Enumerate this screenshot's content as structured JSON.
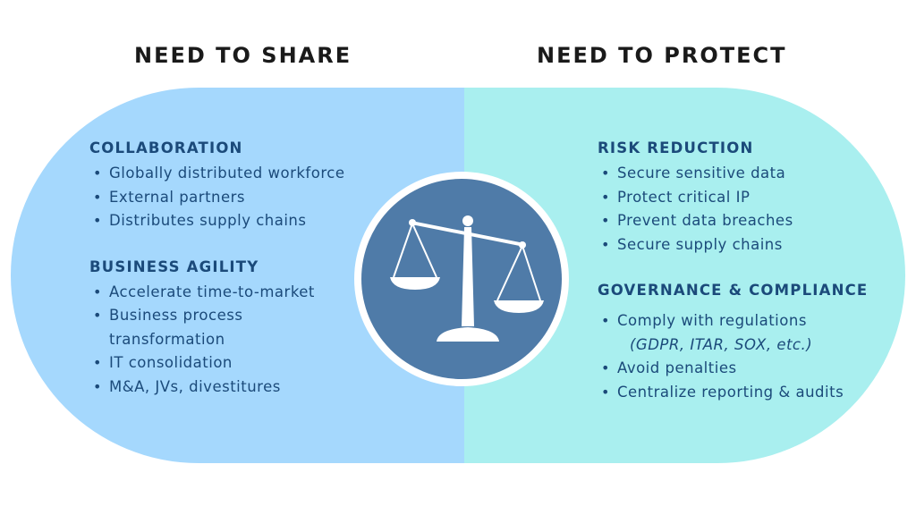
{
  "headings": {
    "share": "NEED TO SHARE",
    "protect": "NEED TO PROTECT"
  },
  "colors": {
    "share_bg": "#a5d8fd",
    "protect_bg": "#a9efef",
    "text": "#1b4a7a",
    "circle": "#4f7ba8",
    "scale": "#ffffff",
    "heading": "#1a1a1a"
  },
  "icon": "balance-scale-icon",
  "share": {
    "sections": [
      {
        "title": "COLLABORATION",
        "items": [
          "Globally distributed workforce",
          "External partners",
          "Distributes supply chains"
        ]
      },
      {
        "title": "BUSINESS AGILITY",
        "items": [
          "Accelerate time-to-market",
          "Business process transformation",
          "IT consolidation",
          "M&A, JVs, divestitures"
        ]
      }
    ]
  },
  "protect": {
    "sections": [
      {
        "title": "RISK REDUCTION",
        "items": [
          "Secure sensitive data",
          "Protect critical IP",
          "Prevent data breaches",
          "Secure supply chains"
        ]
      },
      {
        "title": "GOVERNANCE & COMPLIANCE",
        "items": [
          {
            "text": "Comply with regulations",
            "note": "(GDPR, ITAR, SOX, etc.)"
          },
          "Avoid penalties",
          "Centralize reporting & audits"
        ]
      }
    ]
  }
}
